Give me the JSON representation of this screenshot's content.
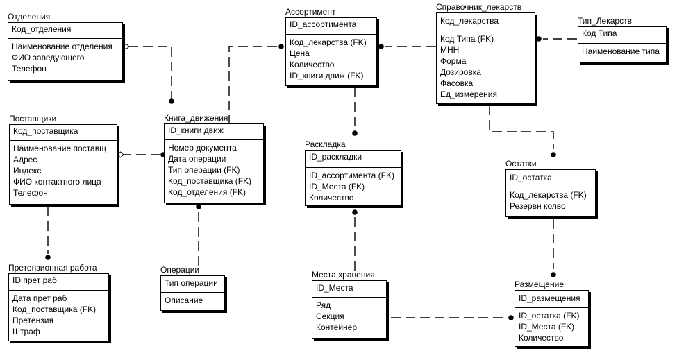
{
  "entities": {
    "otdeleniya": {
      "title": "Отделения",
      "pk": "Код_отделения",
      "attrs": [
        "Наименование отделения",
        "ФИО заведующего",
        "Телефон"
      ]
    },
    "postavshchiki": {
      "title": "Поставщики",
      "pk": "Код_поставщика",
      "attrs": [
        "Наименование поставщ",
        "Адрес",
        "Индекс",
        "ФИО контактного лица",
        "Телефон"
      ]
    },
    "pretenzionnaya": {
      "title": "Претензионная работа",
      "pk": "ID прет раб",
      "attrs": [
        "Дата прет раб",
        "Код_поставщика (FK)",
        "Претензия",
        "Штраф"
      ]
    },
    "kniga": {
      "title": "Книга_движения",
      "pk": "ID_книги движ",
      "attrs": [
        "Номер документа",
        "Дата операции",
        "Тип операции (FK)",
        "Код_поставщика (FK)",
        "Код_отделения (FK)"
      ]
    },
    "operacii": {
      "title": "Операции",
      "pk": "Тип операции",
      "attrs": [
        "Описание"
      ]
    },
    "assortiment": {
      "title": "Ассортимент",
      "pk": "ID_ассортимента",
      "attrs": [
        "Код_лекарства (FK)",
        "Цена",
        "Количество",
        "ID_книги движ (FK)"
      ]
    },
    "raskladka": {
      "title": "Раскладка",
      "pk": "ID_раскладки",
      "attrs": [
        "ID_ассортимента (FK)",
        "ID_Места (FK)",
        "Количество"
      ]
    },
    "mesta": {
      "title": "Места хранения",
      "pk": "ID_Места",
      "attrs": [
        "Ряд",
        "Секция",
        "Контейнер"
      ]
    },
    "spravochnik": {
      "title": "Справочник_лекарств",
      "pk": "Код_лекарства",
      "attrs": [
        "Код Типа (FK)",
        "МНН",
        "Форма",
        "Дозировка",
        "Фасовка",
        "Ед_измерения"
      ]
    },
    "tip": {
      "title": "Тип_Лекарств",
      "pk": "Код Типа",
      "attrs": [
        "Наименование типа"
      ]
    },
    "ostatki": {
      "title": "Остатки",
      "pk": "ID_остатка",
      "attrs": [
        "Код_лекарства (FK)",
        "Резервн колво"
      ]
    },
    "razmeshchenie": {
      "title": "Размещение",
      "pk": "ID_размещения",
      "attrs": [
        "ID_остатка (FK)",
        "ID_Места (FK)",
        "Количество"
      ]
    }
  },
  "relationships": [
    {
      "from": "otdeleniya",
      "to": "kniga",
      "type": "non-identifying-optional"
    },
    {
      "from": "postavshchiki",
      "to": "kniga",
      "type": "non-identifying-optional"
    },
    {
      "from": "postavshchiki",
      "to": "pretenzionnaya",
      "type": "non-identifying"
    },
    {
      "from": "kniga",
      "to": "assortiment",
      "type": "non-identifying"
    },
    {
      "from": "operacii",
      "to": "kniga",
      "type": "non-identifying"
    },
    {
      "from": "spravochnik",
      "to": "assortiment",
      "type": "non-identifying"
    },
    {
      "from": "tip",
      "to": "spravochnik",
      "type": "non-identifying"
    },
    {
      "from": "assortiment",
      "to": "raskladka",
      "type": "non-identifying"
    },
    {
      "from": "mesta",
      "to": "raskladka",
      "type": "non-identifying"
    },
    {
      "from": "spravochnik",
      "to": "ostatki",
      "type": "non-identifying"
    },
    {
      "from": "ostatki",
      "to": "razmeshchenie",
      "type": "non-identifying"
    },
    {
      "from": "mesta",
      "to": "razmeshchenie",
      "type": "non-identifying"
    }
  ]
}
